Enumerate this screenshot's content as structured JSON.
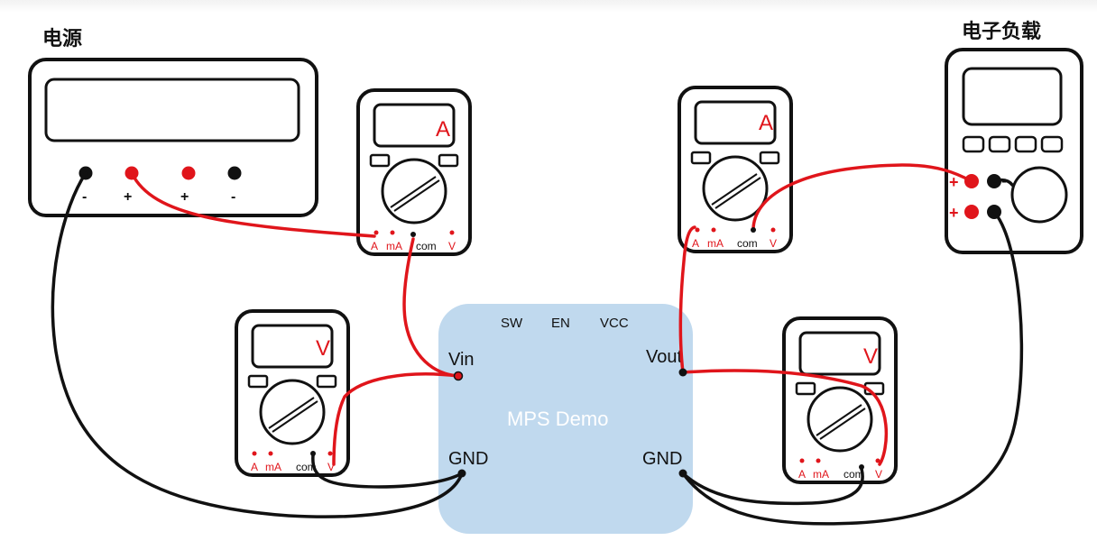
{
  "labels": {
    "power_supply": "电源",
    "electronic_load": "电子负载",
    "demo_board": "MPS Demo"
  },
  "power_supply_terminals": [
    "-",
    "+",
    "+",
    "-"
  ],
  "demo_pins": {
    "sw": "SW",
    "en": "EN",
    "vcc": "VCC",
    "vin": "Vin",
    "vout": "Vout",
    "gnd_left": "GND",
    "gnd_right": "GND"
  },
  "meters": {
    "ammeter_in": "A",
    "voltmeter_in": "V",
    "ammeter_out": "A",
    "voltmeter_out": "V"
  },
  "meter_jacks": {
    "a": "A",
    "ma": "mA",
    "com": "com",
    "v": "V"
  },
  "load_terminals": {
    "plus": "+",
    "minus": "-"
  },
  "colors": {
    "wire_red": "#e0151b",
    "wire_black": "#111111",
    "board_fill": "#c0d9ee"
  }
}
